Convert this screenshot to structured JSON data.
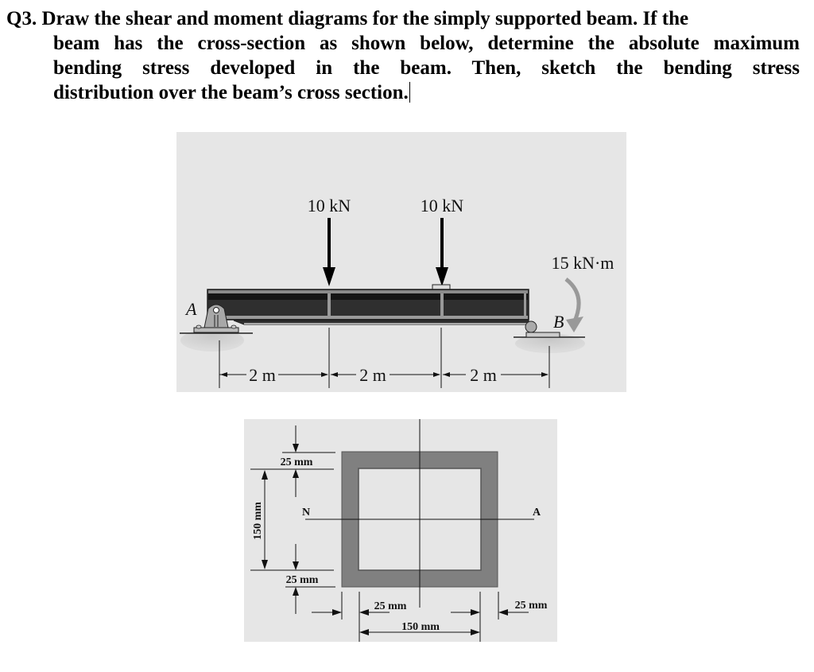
{
  "question": {
    "lines": [
      "Q3. Draw the shear and moment diagrams for the simply supported beam. If the",
      "beam has the cross-section as shown below, determine the absolute maximum",
      "bending stress developed in the beam. Then, sketch the bending stress",
      "distribution over the beam’s cross section."
    ]
  },
  "beam_figure": {
    "loads": [
      {
        "label": "10 kN",
        "position_m": 2
      },
      {
        "label": "10 kN",
        "position_m": 4
      }
    ],
    "moment": {
      "label": "15 kN·m",
      "at": "B",
      "direction": "clockwise"
    },
    "supports": {
      "left": "A",
      "right": "B"
    },
    "spans": [
      "2 m",
      "2 m",
      "2 m"
    ]
  },
  "section_figure": {
    "top_flange": "25 mm",
    "bottom_flange": "25 mm",
    "inner_height": "150 mm",
    "left_wall": "25 mm",
    "right_wall": "25 mm",
    "inner_width": "150 mm",
    "neutral_axis_left": "N",
    "neutral_axis_right": "A"
  }
}
